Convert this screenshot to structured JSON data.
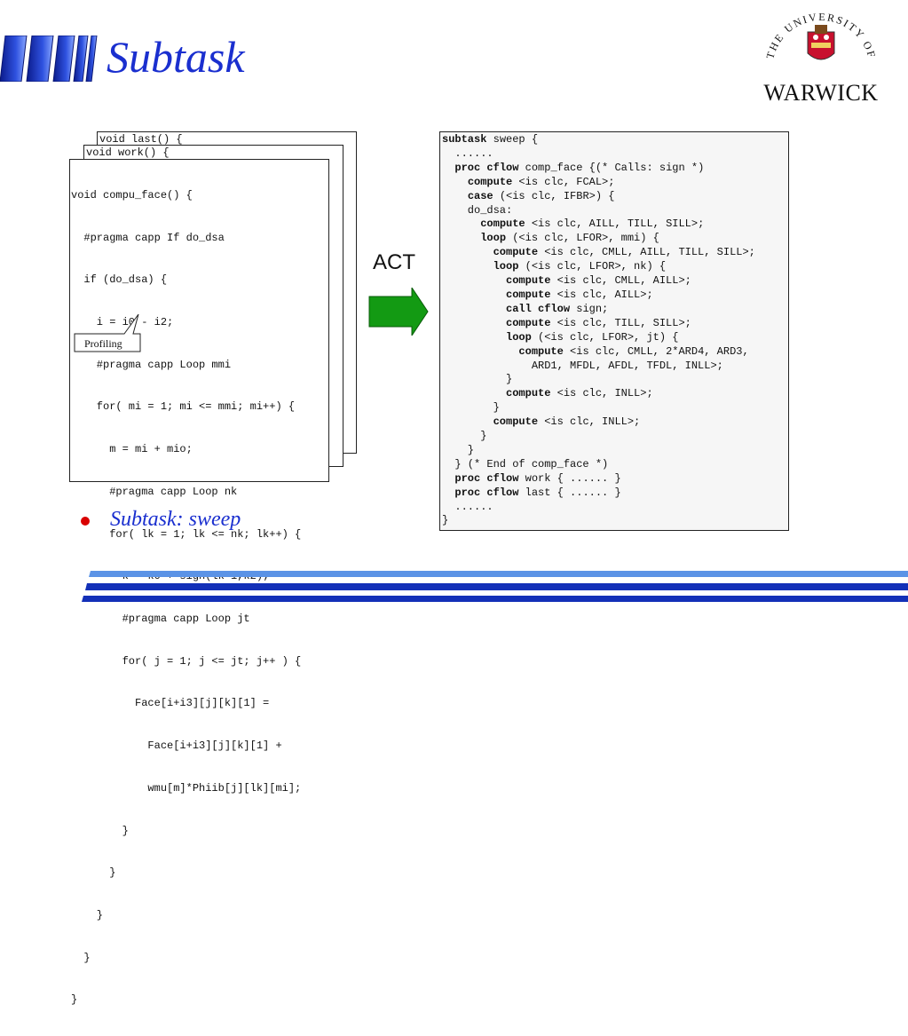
{
  "title": "Subtask",
  "logo": {
    "arc_text": "THE UNIVERSITY OF",
    "word": "WARWICK"
  },
  "left_docs": {
    "back2_line": "void last() {",
    "back1_line": "void work() {",
    "front_lines": [
      "void compu_face() {",
      "  #pragma capp If do_dsa",
      "  if (do_dsa) {",
      "    i = i0 - i2;",
      "    #pragma capp Loop mmi",
      "    for( mi = 1; mi <= mmi; mi++) {",
      "      m = mi + mio;",
      "      #pragma capp Loop nk",
      "      for( lk = 1; lk <= nk; lk++) {",
      "        k = k0 + sign(lk-1,k2);",
      "        #pragma capp Loop jt",
      "        for( j = 1; j <= jt; j++ ) {",
      "          Face[i+i3][j][k][1] =",
      "            Face[i+i3][j][k][1] +",
      "            wmu[m]*Phiib[j][lk][mi];",
      "        }",
      "      }",
      "    }",
      "  }",
      "}"
    ]
  },
  "profiling_label": "Profiling",
  "act_label": "ACT",
  "bullet": "Subtask: sweep",
  "script_lines": [
    "subtask sweep {",
    "  ......",
    "  proc cflow comp_face {(* Calls: sign *)",
    "    compute <is clc, FCAL>;",
    "    case (<is clc, IFBR>) {",
    "    do_dsa:",
    "      compute <is clc, AILL, TILL, SILL>;",
    "      loop (<is clc, LFOR>, mmi) {",
    "        compute <is clc, CMLL, AILL, TILL, SILL>;",
    "        loop (<is clc, LFOR>, nk) {",
    "          compute <is clc, CMLL, AILL>;",
    "          compute <is clc, AILL>;",
    "          call cflow sign;",
    "          compute <is clc, TILL, SILL>;",
    "          loop (<is clc, LFOR>, jt) {",
    "            compute <is clc, CMLL, 2*ARD4, ARD3,",
    "              ARD1, MFDL, AFDL, TFDL, INLL>;",
    "          }",
    "          compute <is clc, INLL>;",
    "        }",
    "        compute <is clc, INLL>;",
    "      }",
    "    }",
    "  } (* End of comp_face *)",
    "  proc cflow work { ...... }",
    "  proc cflow last { ...... }",
    "  ......",
    "}"
  ],
  "colors": {
    "title_blue": "#1a2fcf",
    "arrow_green": "#139a13",
    "bullet_red": "#d90000",
    "stripe_light": "#5b93e6",
    "stripe_dark": "#1330b8"
  }
}
